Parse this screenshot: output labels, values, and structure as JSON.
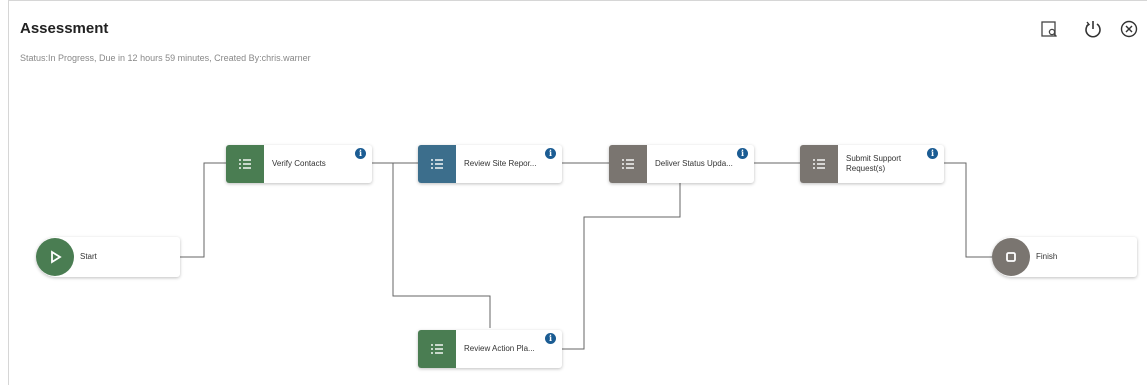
{
  "header": {
    "title": "Assessment",
    "status_line": "Status:In Progress, Due in 12 hours 59 minutes, Created By:chris.warner",
    "icons": [
      "preview-icon",
      "refresh-icon",
      "close-icon"
    ]
  },
  "colors": {
    "green": "#4a7d52",
    "blue": "#3c6e8c",
    "gray": "#7a7570",
    "info": "#1b5c93"
  },
  "workflow": {
    "start": {
      "label": "Start",
      "icon": "play-icon"
    },
    "finish": {
      "label": "Finish",
      "icon": "stop-icon"
    },
    "tasks": [
      {
        "label": "Verify Contacts",
        "icon": "task-list-icon",
        "status": "completed"
      },
      {
        "label": "Review Site Repor...",
        "icon": "task-list-icon",
        "status": "in-progress"
      },
      {
        "label": "Deliver Status Upda...",
        "icon": "task-list-icon",
        "status": "not-started"
      },
      {
        "label": "Submit Support Request(s)",
        "icon": "task-list-icon",
        "status": "not-started"
      },
      {
        "label": "Review Action Pla...",
        "icon": "task-list-icon",
        "status": "completed"
      }
    ],
    "info_glyph": "i"
  }
}
